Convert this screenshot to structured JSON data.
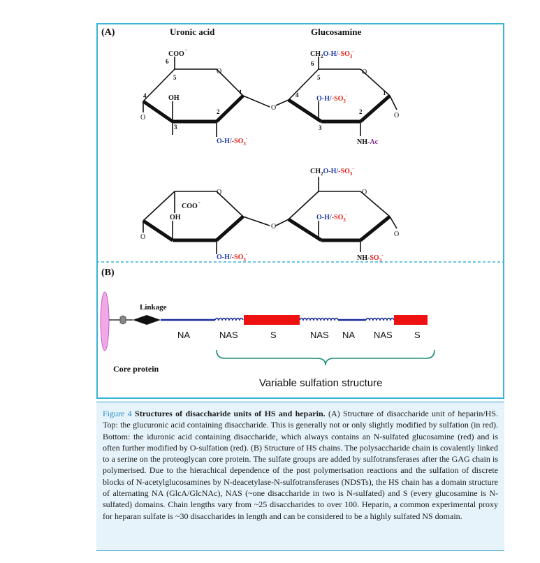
{
  "panel_a": {
    "label": "(A)",
    "uronic_acid_label": "Uronic acid",
    "glucosamine_label": "Glucosamine",
    "top": {
      "coo": "COO",
      "coo_charge": "-",
      "pos6_left": "6",
      "pos5_left": "5",
      "pos4_left": "4",
      "pos1_left": "1",
      "pos2_left": "2",
      "pos3_left": "3",
      "oh": "OH",
      "ring_o": "O",
      "glyco_o": "O",
      "o_left_bottom": "O",
      "o_h_left": "O-H/",
      "so3_left": "-SO",
      "so3_sub": "3",
      "so3_charge": "-",
      "ch2o_h": "CH",
      "ch2_sub": "2",
      "ch2o_rest": "O-H/",
      "ch2_so3": "-SO",
      "pos6_right": "6",
      "pos5_right": "5",
      "pos4_right": "4",
      "pos1_right": "1",
      "pos2_right": "2",
      "pos3_right": "3",
      "o_h_right": "O-H/",
      "so3_right": "-SO",
      "nh": "NH-",
      "ac": "Ac",
      "o_right_end": "O",
      "ring_o_right": "O"
    },
    "bottom": {
      "coo": "COO",
      "coo_charge": "-",
      "oh": "OH",
      "ring_o": "O",
      "glyco_o": "O",
      "o_left_bottom": "O",
      "o_h_left": "O-H/",
      "so3_left": "-SO",
      "ch2o_h": "CH",
      "ch2o_rest": "O-H/",
      "ch2_so3": "-SO",
      "o_h_right": "O-H/",
      "so3_right": "-SO",
      "nh": "NH-",
      "nh_so3": "SO",
      "o_right_end": "O",
      "ring_o_right": "O"
    }
  },
  "panel_b": {
    "label": "(B)",
    "linkage": "Linkage",
    "core_protein": "Core protein",
    "domains": [
      "NA",
      "NAS",
      "S",
      "NAS",
      "NA",
      "NAS",
      "S"
    ],
    "variable": "Variable sulfation structure"
  },
  "caption": {
    "fig_label": "Figure 4",
    "title": "Structures of disaccharide units of HS and heparin.",
    "body": "(A) Structure of disaccharide unit of heparin/HS. Top: the glucuronic acid containing disaccharide. This is generally not or only slightly modified by sulfation (in red). Bottom: the iduronic acid containing disaccharide, which always contains an N-sulfated glucosamine (red) and is often further modified by O-sulfation (red). (B) Structure of HS chains. The polysaccharide chain is covalently linked to a serine on the proteoglycan core protein. The sulfate groups are added by sulfotransferases after the GAG chain is polymerised. Due to the hierachical dependence of the post polymerisation reactions and the sulfation of discrete blocks of N-acetylglucosamines by N-deacetylase-N-sulfotransferases (NDSTs), the HS chain has a domain structure of alternating NA (GlcA/GlcNAc), NAS (~one disaccharide in two is N-sulfated) and S (every glucosamine is N-sulfated) domains. Chain lengths vary from ~25 disaccharides to over 100. Heparin, a common experimental proxy for heparan sulfate is ~30 disaccharides in length and can be considered to be a highly sulfated NS domain."
  },
  "colors": {
    "frame": "#3bb3d6",
    "sulfate": "#e0201a",
    "blue": "#1f3aa8",
    "domain_s": "#ee1111",
    "linker": "#1a2a9c",
    "core": "#f0a8e8",
    "acetyl": "#7a2a8c"
  }
}
